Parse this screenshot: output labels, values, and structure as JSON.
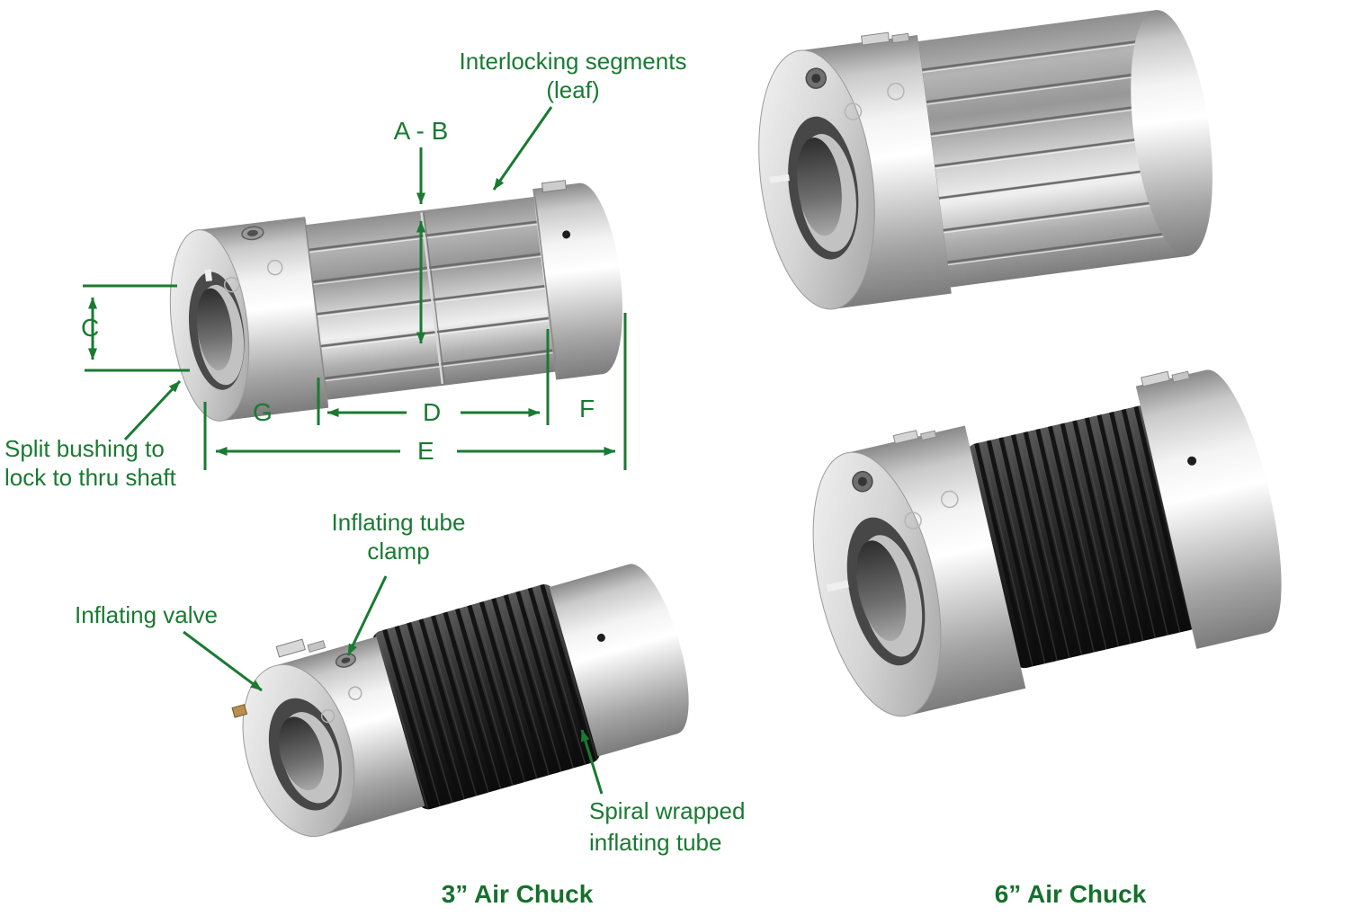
{
  "figure": {
    "background": "#ffffff",
    "label_color": "#1a7a32",
    "caption_color": "#16702c",
    "annotation_line_color": "#1a7a32",
    "metal_color": "#d8d8d8",
    "rubber_color": "#222222"
  },
  "labels": {
    "interlocking_line1": "Interlocking segments",
    "interlocking_line2": "(leaf)",
    "dim_ab": "A - B",
    "dim_c": "C",
    "dim_g": "G",
    "dim_d": "D",
    "dim_f": "F",
    "dim_e": "E",
    "split_bushing_line1": "Split bushing to",
    "split_bushing_line2": "lock to thru shaft",
    "tube_clamp_line1": "Inflating tube",
    "tube_clamp_line2": "clamp",
    "inflating_valve": "Inflating valve",
    "spiral_line1": "Spiral wrapped",
    "spiral_line2": "inflating tube"
  },
  "captions": {
    "left": "3” Air Chuck",
    "right": "6” Air Chuck"
  }
}
